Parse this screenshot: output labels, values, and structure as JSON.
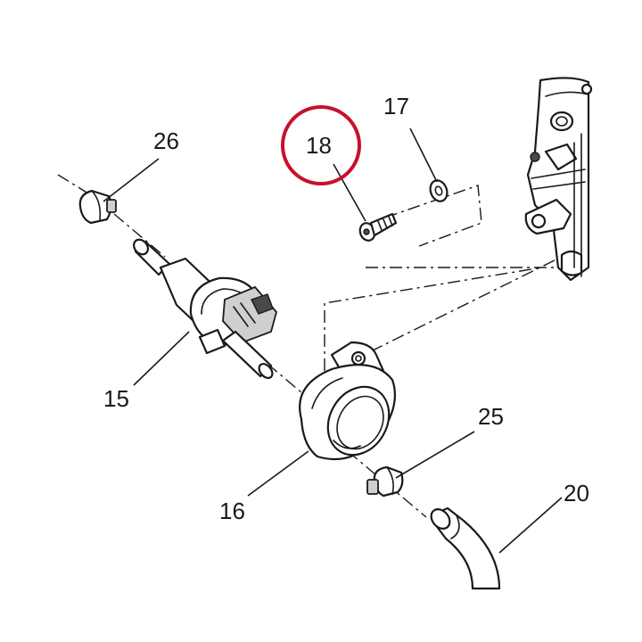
{
  "diagram": {
    "highlight_color": "#c8102e",
    "callouts": {
      "c15": "15",
      "c16": "16",
      "c17": "17",
      "c18": "18",
      "c20": "20",
      "c25": "25",
      "c26": "26"
    }
  }
}
